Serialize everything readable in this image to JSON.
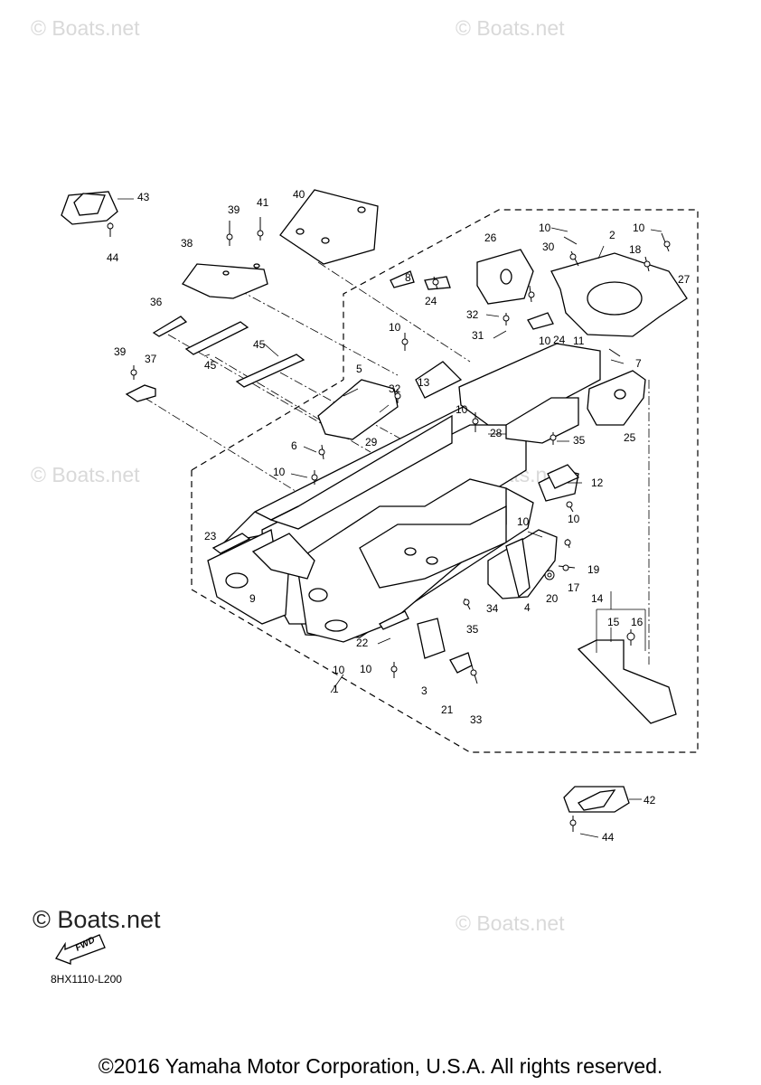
{
  "watermarks": {
    "top_left": "© Boats.net",
    "top_right": "© Boats.net",
    "mid_left": "© Boats.net",
    "mid_center": "© Boats.net",
    "bottom_right": "© Boats.net"
  },
  "brand": "© Boats.net",
  "fwd_arrow": {
    "label": "FWD",
    "icon": "fwd-arrow-icon"
  },
  "diagram_code": "8HX1110-L200",
  "copyright": "©2016 Yamaha Motor Corporation, U.S.A. All rights reserved.",
  "callouts": [
    "1",
    "2",
    "3",
    "4",
    "5",
    "6",
    "7",
    "8",
    "9",
    "10",
    "10",
    "10",
    "10",
    "10",
    "10",
    "10",
    "10",
    "10",
    "10",
    "11",
    "12",
    "13",
    "14",
    "15",
    "16",
    "17",
    "18",
    "19",
    "20",
    "21",
    "22",
    "23",
    "24",
    "24",
    "25",
    "26",
    "27",
    "28",
    "29",
    "30",
    "31",
    "32",
    "32",
    "33",
    "34",
    "35",
    "35",
    "36",
    "37",
    "38",
    "39",
    "39",
    "40",
    "41",
    "42",
    "43",
    "44",
    "44",
    "45",
    "45"
  ]
}
